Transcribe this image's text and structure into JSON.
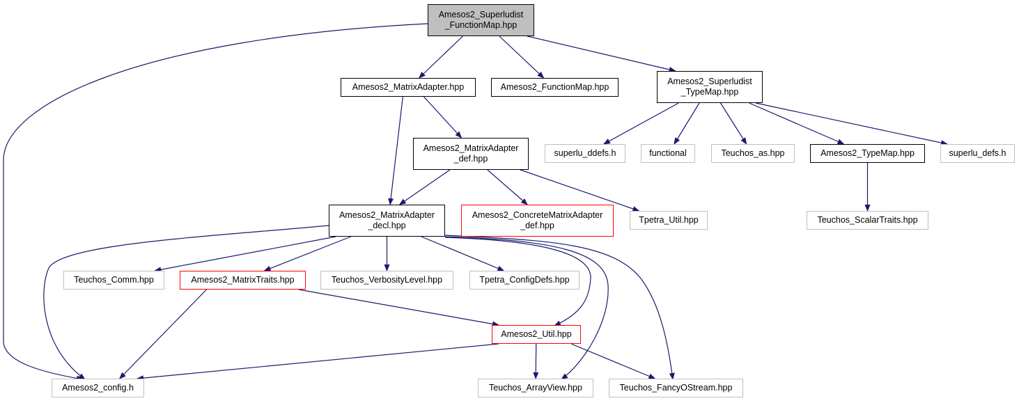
{
  "colors": {
    "edge": "#191970",
    "root_fill": "#bfbfbf",
    "documented_border": "#000000",
    "external_border": "#bfbfbf",
    "truncated_border": "#ff0000"
  },
  "nodes": {
    "superludist_functionmap": {
      "line1": "Amesos2_Superludist",
      "line2": "_FunctionMap.hpp"
    },
    "matrixadapter": {
      "line1": "Amesos2_MatrixAdapter.hpp"
    },
    "functionmap": {
      "line1": "Amesos2_FunctionMap.hpp"
    },
    "superludist_typemap": {
      "line1": "Amesos2_Superludist",
      "line2": "_TypeMap.hpp"
    },
    "superlu_ddefs": {
      "line1": "superlu_ddefs.h"
    },
    "functional": {
      "line1": "functional"
    },
    "teuchos_as": {
      "line1": "Teuchos_as.hpp"
    },
    "typemap": {
      "line1": "Amesos2_TypeMap.hpp"
    },
    "superlu_defs": {
      "line1": "superlu_defs.h"
    },
    "matrixadapter_def": {
      "line1": "Amesos2_MatrixAdapter",
      "line2": "_def.hpp"
    },
    "matrixadapter_decl": {
      "line1": "Amesos2_MatrixAdapter",
      "line2": "_decl.hpp"
    },
    "concretematrixadapter_def": {
      "line1": "Amesos2_ConcreteMatrixAdapter",
      "line2": "_def.hpp"
    },
    "tpetra_util": {
      "line1": "Tpetra_Util.hpp"
    },
    "teuchos_scalartraits": {
      "line1": "Teuchos_ScalarTraits.hpp"
    },
    "teuchos_comm": {
      "line1": "Teuchos_Comm.hpp"
    },
    "matrixtraits": {
      "line1": "Amesos2_MatrixTraits.hpp"
    },
    "teuchos_verbositylevel": {
      "line1": "Teuchos_VerbosityLevel.hpp"
    },
    "tpetra_configdefs": {
      "line1": "Tpetra_ConfigDefs.hpp"
    },
    "amesos2_util": {
      "line1": "Amesos2_Util.hpp"
    },
    "amesos2_config": {
      "line1": "Amesos2_config.h"
    },
    "teuchos_arrayview": {
      "line1": "Teuchos_ArrayView.hpp"
    },
    "teuchos_fancyostream": {
      "line1": "Teuchos_FancyOStream.hpp"
    }
  },
  "edges": [
    [
      "superludist_functionmap",
      "matrixadapter"
    ],
    [
      "superludist_functionmap",
      "functionmap"
    ],
    [
      "superludist_functionmap",
      "superludist_typemap"
    ],
    [
      "superludist_functionmap",
      "amesos2_config"
    ],
    [
      "matrixadapter",
      "matrixadapter_def"
    ],
    [
      "matrixadapter",
      "matrixadapter_decl"
    ],
    [
      "superludist_typemap",
      "superlu_ddefs"
    ],
    [
      "superludist_typemap",
      "functional"
    ],
    [
      "superludist_typemap",
      "teuchos_as"
    ],
    [
      "superludist_typemap",
      "typemap"
    ],
    [
      "superludist_typemap",
      "superlu_defs"
    ],
    [
      "typemap",
      "teuchos_scalartraits"
    ],
    [
      "matrixadapter_def",
      "matrixadapter_decl"
    ],
    [
      "matrixadapter_def",
      "concretematrixadapter_def"
    ],
    [
      "matrixadapter_def",
      "tpetra_util"
    ],
    [
      "matrixadapter_decl",
      "amesos2_config"
    ],
    [
      "matrixadapter_decl",
      "teuchos_comm"
    ],
    [
      "matrixadapter_decl",
      "matrixtraits"
    ],
    [
      "matrixadapter_decl",
      "teuchos_verbositylevel"
    ],
    [
      "matrixadapter_decl",
      "tpetra_configdefs"
    ],
    [
      "matrixadapter_decl",
      "amesos2_util"
    ],
    [
      "matrixadapter_decl",
      "teuchos_arrayview"
    ],
    [
      "matrixadapter_decl",
      "teuchos_fancyostream"
    ],
    [
      "matrixtraits",
      "amesos2_config"
    ],
    [
      "matrixtraits",
      "amesos2_util"
    ],
    [
      "amesos2_util",
      "amesos2_config"
    ],
    [
      "amesos2_util",
      "teuchos_arrayview"
    ],
    [
      "amesos2_util",
      "teuchos_fancyostream"
    ]
  ]
}
